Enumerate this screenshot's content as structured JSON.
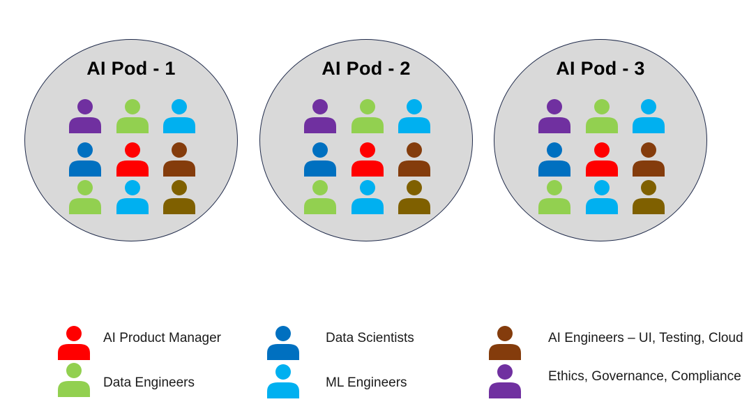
{
  "pods": [
    {
      "title": "AI Pod - 1",
      "people": [
        "ethics",
        "data_eng",
        "ml_eng",
        "data_sci",
        "product_mgr",
        "ai_eng",
        "data_eng",
        "ml_eng",
        "olive"
      ]
    },
    {
      "title": "AI Pod - 2",
      "people": [
        "ethics",
        "data_eng",
        "ml_eng",
        "data_sci",
        "product_mgr",
        "ai_eng",
        "data_eng",
        "ml_eng",
        "olive"
      ]
    },
    {
      "title": "AI Pod - 3",
      "people": [
        "ethics",
        "data_eng",
        "ml_eng",
        "data_sci",
        "product_mgr",
        "ai_eng",
        "data_eng",
        "ml_eng",
        "olive"
      ]
    }
  ],
  "roles": {
    "product_mgr": {
      "color": "#ff0000"
    },
    "data_eng": {
      "color": "#92d050"
    },
    "data_sci": {
      "color": "#0070c0"
    },
    "ml_eng": {
      "color": "#00b0f0"
    },
    "ai_eng": {
      "color": "#843c0c"
    },
    "ethics": {
      "color": "#7030a0"
    },
    "olive": {
      "color": "#7f6000"
    }
  },
  "legend": {
    "product_mgr": "AI Product Manager",
    "data_eng": "Data Engineers",
    "data_sci": "Data Scientists",
    "ml_eng": "ML Engineers",
    "ai_eng": "AI Engineers – UI, Testing, Cloud",
    "ethics": "Ethics, Governance, Compliance"
  }
}
